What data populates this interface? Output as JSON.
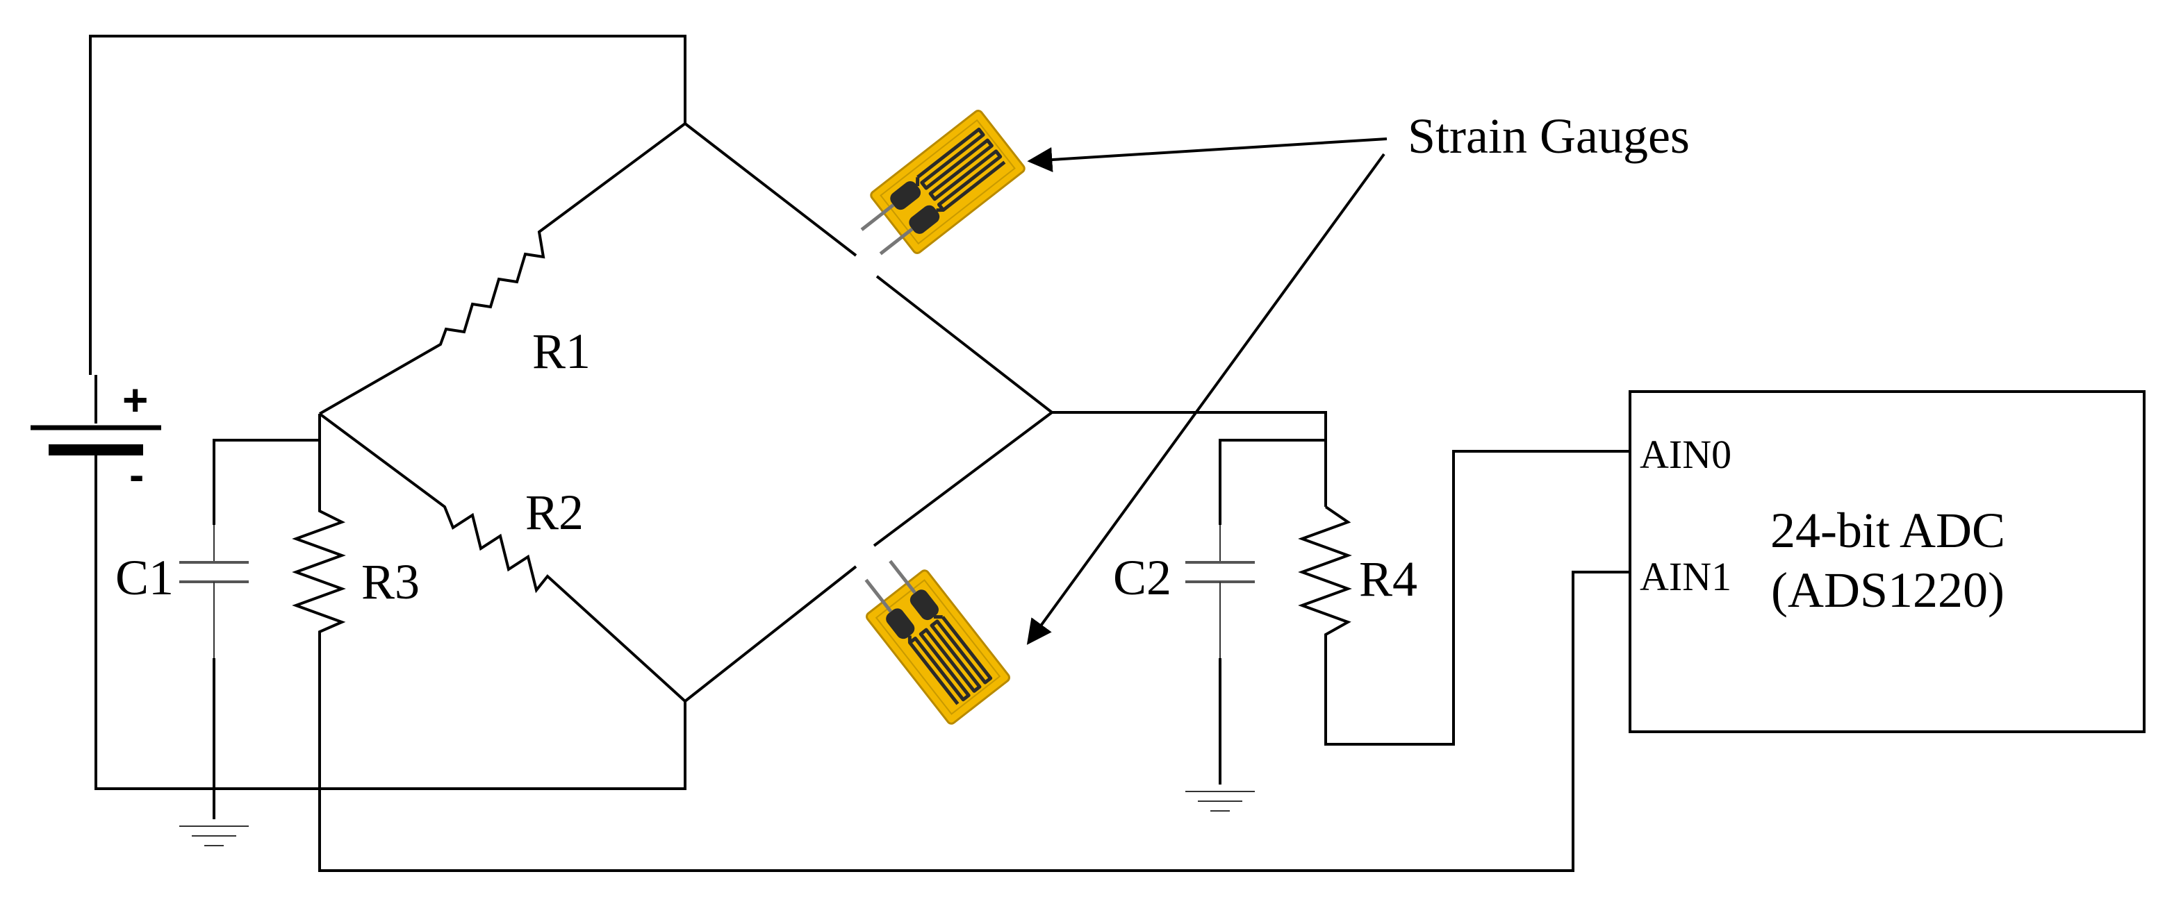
{
  "labels": {
    "r1": "R1",
    "r2": "R2",
    "r3": "R3",
    "r4": "R4",
    "c1": "C1",
    "c2": "C2",
    "plus": "+",
    "minus": "-",
    "strain": "Strain Gauges",
    "ain0": "AIN0",
    "ain1": "AIN1",
    "adc_line1": "24-bit ADC",
    "adc_line2": "(ADS1220)"
  },
  "colors": {
    "wire": "#000000",
    "gauge_fill": "#f2b800",
    "gauge_trace": "#2a2a2a"
  }
}
